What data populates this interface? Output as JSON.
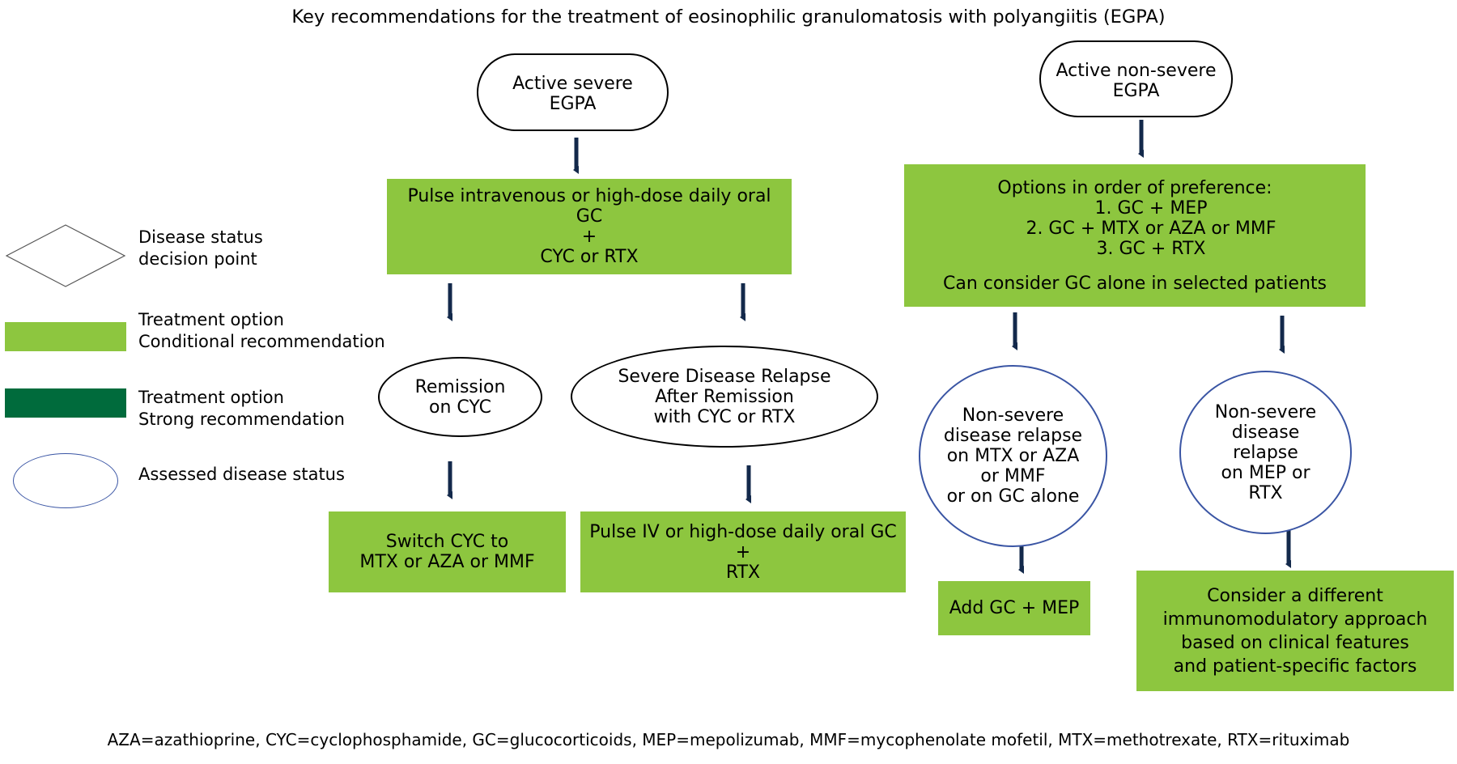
{
  "title": "Key recommendations for the treatment of eosinophilic granulomatosis with polyangiitis (EGPA)",
  "footer": "AZA=azathioprine, CYC=cyclophosphamide, GC=glucocorticoids, MEP=mepolizumab, MMF=mycophenolate mofetil, MTX=methotrexate, RTX=rituximab",
  "colors": {
    "conditional": "#8dc63f",
    "strong": "#006b3c",
    "assessed_border": "#3a55a4",
    "arrow": "#13294b"
  },
  "legend": {
    "decision_point": "Disease status\ndecision point",
    "conditional": "Treatment option\nConditional recommendation",
    "strong": "Treatment option\nStrong recommendation",
    "assessed": "Assessed disease status"
  },
  "severe": {
    "start": "Active severe\nEGPA",
    "induction": "Pulse intravenous or high-dose daily oral\nGC\n+\nCYC or RTX",
    "remission": "Remission\non CYC",
    "relapse": "Severe Disease Relapse\nAfter Remission\nwith CYC or RTX",
    "switch": "Switch CYC to\nMTX or AZA or MMF",
    "relapse_treatment": "Pulse IV or high-dose daily oral GC\n+\nRTX"
  },
  "nonsevere": {
    "start": "Active non-severe\nEGPA",
    "options_heading": "Options in order of preference:",
    "options": [
      "1. GC + MEP",
      "2. GC + MTX or AZA or MMF",
      "3. GC + RTX"
    ],
    "options_note": "Can consider GC alone in selected patients",
    "relapse_a": "Non-severe\ndisease relapse\non MTX or AZA\nor MMF\nor on GC alone",
    "relapse_b": "Non-severe\ndisease\nrelapse\non MEP or\nRTX",
    "add_mep": "Add GC + MEP",
    "different": "Consider a different\nimmunomodulatory approach\nbased on clinical features\nand patient-specific factors"
  }
}
